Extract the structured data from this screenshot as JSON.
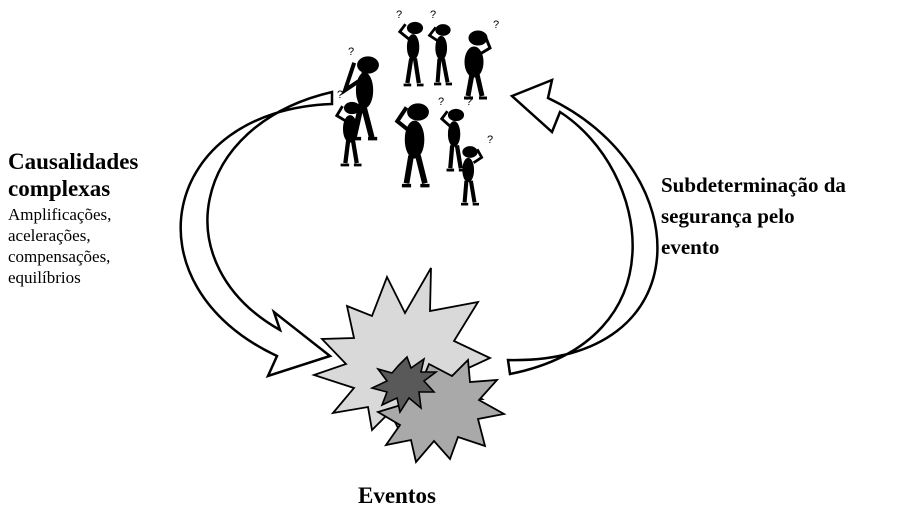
{
  "left_label": {
    "title_lines": [
      "Causalidades",
      "complexas"
    ],
    "sub_lines": [
      "Amplificações,",
      "acelerações,",
      "compensações,",
      "equilíbrios"
    ]
  },
  "right_label": {
    "lines": [
      "Subdeterminação da",
      "segurança pelo",
      "evento"
    ]
  },
  "bottom_label": "Eventos",
  "icons": {
    "people": "group-of-puzzled-people-icon",
    "events": "explosion-burst-icon",
    "arrows": [
      "curved-arrow-left-icon",
      "curved-arrow-right-icon"
    ]
  },
  "colors": {
    "burst_light": "#d9d9d9",
    "burst_mid": "#a9a9a9",
    "burst_dark": "#595959",
    "people": "#000000"
  }
}
